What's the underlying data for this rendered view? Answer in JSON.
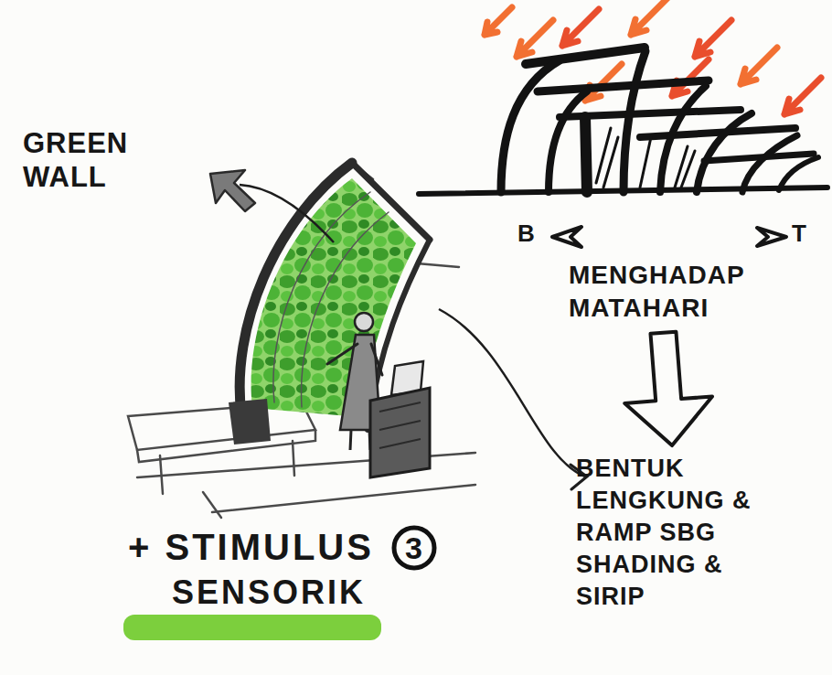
{
  "diagram": {
    "nodes": [
      {
        "text": [
          "MENGHADAP MATAHARI"
        ]
      },
      {
        "text": [
          "BENTUK LENGKUNG & RAMP SBG SHADING & SIRIP"
        ]
      },
      {
        "text": [
          "3"
        ]
      }
    ],
    "edges": [
      {
        "from": 0,
        "to": 1,
        "arrow": "to"
      }
    ],
    "labels": [
      "GREEN WALL",
      "B",
      "T",
      "+ STIMULUS",
      "SENSORIK"
    ]
  }
}
